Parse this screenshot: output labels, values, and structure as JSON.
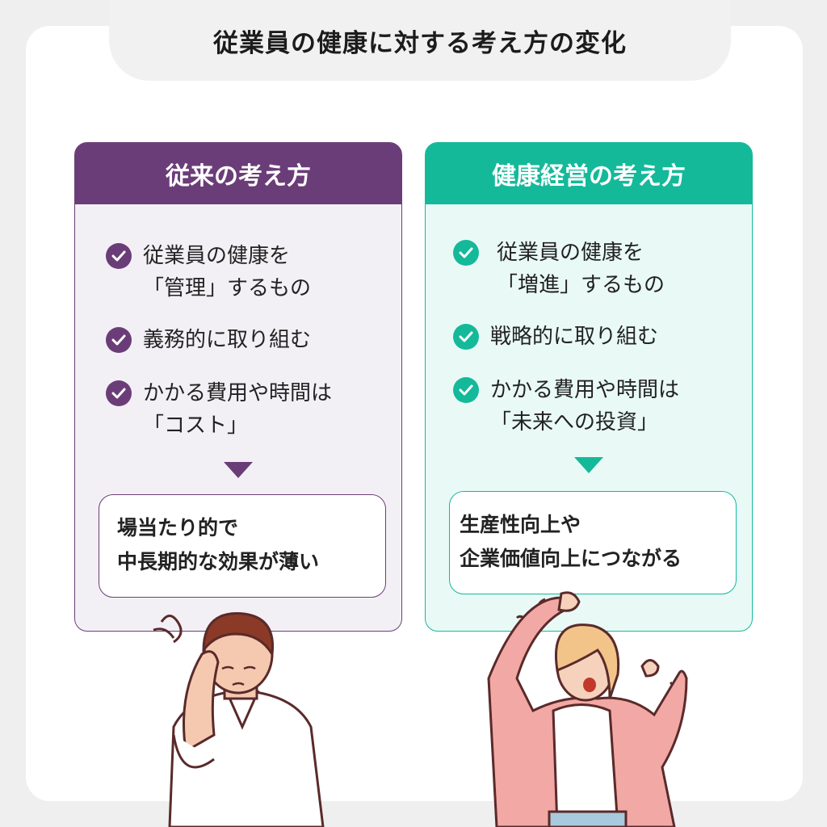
{
  "title": "従業員の健康に対する考え方の変化",
  "left": {
    "header": "従来の考え方",
    "items": [
      {
        "line1": "従業員の健康を",
        "line2": "「管理」するもの"
      },
      {
        "line1": "義務的に取り組む",
        "line2": ""
      },
      {
        "line1": "かかる費用や時間は",
        "line2": "「コスト」"
      }
    ],
    "result": {
      "line1": "場当たり的で",
      "line2": "中長期的な効果が薄い"
    },
    "color": "#6b3d78"
  },
  "right": {
    "header": "健康経営の考え方",
    "items": [
      {
        "line1": "従業員の健康を",
        "line2": "「増進」するもの"
      },
      {
        "line1": "戦略的に取り組む",
        "line2": ""
      },
      {
        "line1": "かかる費用や時間は",
        "line2": "「未来への投資」"
      }
    ],
    "result": {
      "line1": "生産性向上や",
      "line2": "企業価値向上につながる"
    },
    "color": "#14b99a"
  }
}
